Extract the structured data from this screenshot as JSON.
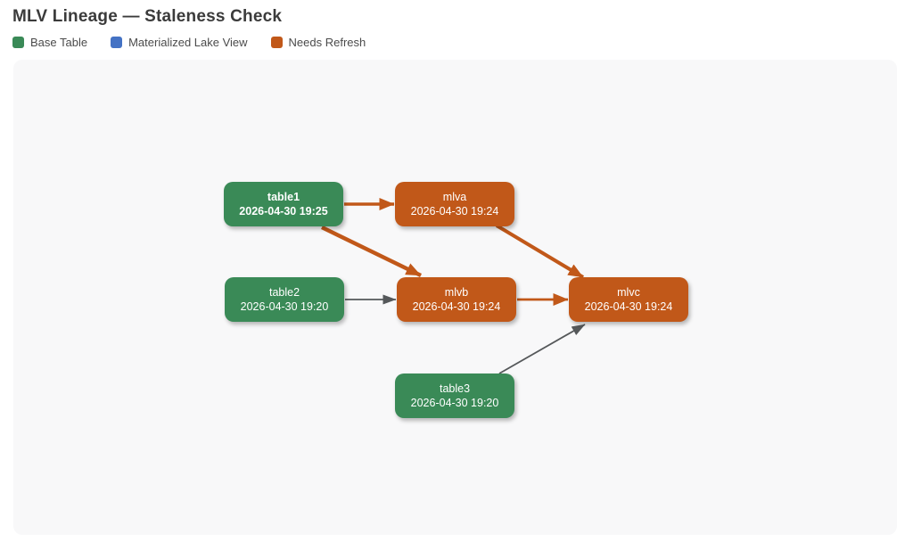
{
  "page": {
    "title": "MLV Lineage — Staleness Check"
  },
  "legend": {
    "items": [
      {
        "label": "Base Table",
        "color": "#3a8a57"
      },
      {
        "label": "Materialized Lake View",
        "color": "#4472c4"
      },
      {
        "label": "Needs Refresh",
        "color": "#c15819"
      }
    ]
  },
  "colors": {
    "base_table": "#3a8a57",
    "mlv": "#4472c4",
    "needs_refresh": "#c15819",
    "stale_edge": "#c15819",
    "ok_edge": "#55585a",
    "canvas_bg": "#f8f8f9",
    "title_text": "#3b3b3b",
    "node_text": "#ffffff"
  },
  "nodes": [
    {
      "id": "table1",
      "name": "table1",
      "timestamp": "2026-04-30 19:25",
      "type": "base_table",
      "status": "fresh"
    },
    {
      "id": "mlva",
      "name": "mlva",
      "timestamp": "2026-04-30 19:24",
      "type": "mlv",
      "status": "needs_refresh"
    },
    {
      "id": "table2",
      "name": "table2",
      "timestamp": "2026-04-30 19:20",
      "type": "base_table",
      "status": "fresh"
    },
    {
      "id": "mlvb",
      "name": "mlvb",
      "timestamp": "2026-04-30 19:24",
      "type": "mlv",
      "status": "needs_refresh"
    },
    {
      "id": "mlvc",
      "name": "mlvc",
      "timestamp": "2026-04-30 19:24",
      "type": "mlv",
      "status": "needs_refresh"
    },
    {
      "id": "table3",
      "name": "table3",
      "timestamp": "2026-04-30 19:20",
      "type": "base_table",
      "status": "fresh"
    }
  ],
  "edges": [
    {
      "from": "table1",
      "to": "mlva",
      "status": "stale"
    },
    {
      "from": "table1",
      "to": "mlvb",
      "status": "stale"
    },
    {
      "from": "table2",
      "to": "mlvb",
      "status": "ok"
    },
    {
      "from": "mlva",
      "to": "mlvc",
      "status": "stale"
    },
    {
      "from": "mlvb",
      "to": "mlvc",
      "status": "stale"
    },
    {
      "from": "table3",
      "to": "mlvc",
      "status": "ok"
    }
  ]
}
